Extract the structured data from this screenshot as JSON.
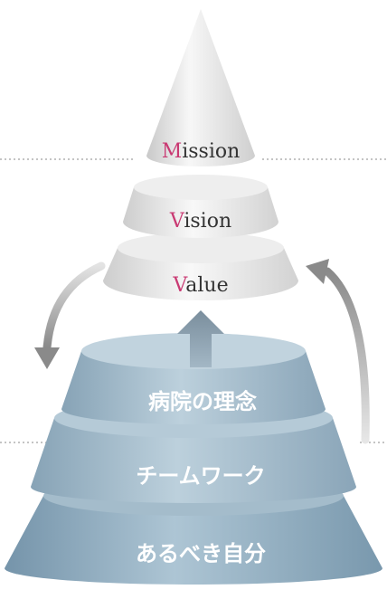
{
  "upper_tiers": [
    {
      "initial": "M",
      "rest": "ission"
    },
    {
      "initial": "V",
      "rest": "ision"
    },
    {
      "initial": "V",
      "rest": "alue"
    }
  ],
  "lower_tiers": [
    {
      "label": "病院の理念"
    },
    {
      "label": "チームワーク"
    },
    {
      "label": "あるべき自分"
    }
  ],
  "colors": {
    "initial_accent": "#c93a73",
    "upper_tier": "#e6e6e6",
    "lower_tier": "#9fb8c8",
    "arrow": "#8c8c8c"
  }
}
